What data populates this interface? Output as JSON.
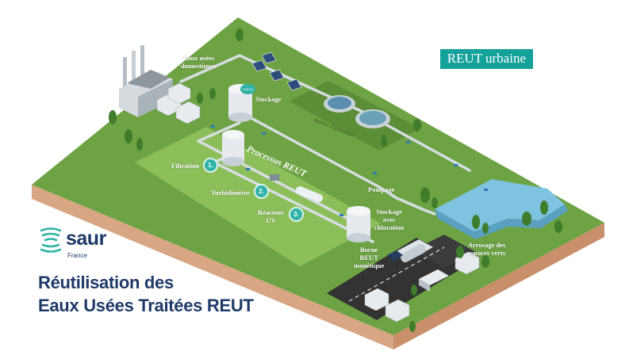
{
  "badge": {
    "label": "REUT urbaine"
  },
  "brand": {
    "name": "saur",
    "country": "France"
  },
  "title": {
    "line1": "Réutilisation des",
    "line2": "Eaux Usées Traitées REUT"
  },
  "diagram": {
    "process_label": "Processus REUT",
    "station_label": "Station d'épuration",
    "carbon_tag": "Carbon",
    "labels": {
      "domestic_wastewater": [
        "Eaux usées",
        "domestiques"
      ],
      "storage": "Stockage",
      "filtration": "Filtration",
      "turbidimeter": "Turbidimètre",
      "uv_reactor": [
        "Réacteur",
        "UV"
      ],
      "pumping": "Pompage",
      "chlorination_storage": [
        "Stockage",
        "avec",
        "chloration"
      ],
      "borne": [
        "Borne",
        "REUT",
        "monétique"
      ],
      "irrigation": [
        "Arrosage des",
        "espaces verts"
      ]
    },
    "steps": [
      "1.",
      "2.",
      "3."
    ]
  },
  "colors": {
    "brand_navy": "#1f3a68",
    "accent_teal": "#14a19a",
    "step_teal": "#2fb3a7",
    "grass": "#6da343",
    "grass_light": "#8cbf5a",
    "soil": "#d8a684",
    "water": "#7ec3df",
    "road": "#333333"
  }
}
